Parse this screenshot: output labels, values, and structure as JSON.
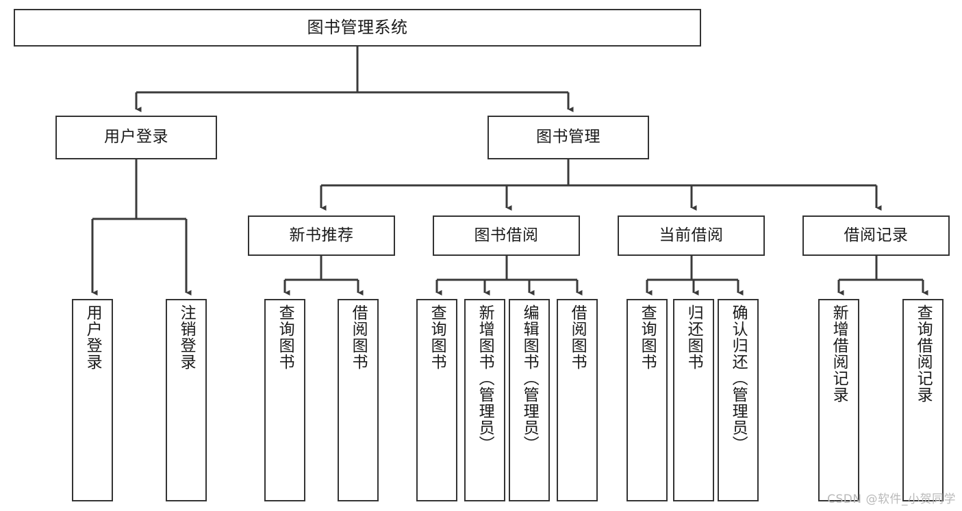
{
  "diagram": {
    "title": "图书管理系统",
    "type": "tree",
    "watermark": "CSDN @软件_小贺同学",
    "colors": {
      "box_border": "#333333",
      "box_fill": "#ffffff",
      "edge": "#3a3a3a",
      "text": "#1a1a1a",
      "watermark": "#b9b9b9",
      "background": "#ffffff"
    },
    "nodes": {
      "root": {
        "label": "图书管理系统",
        "level": 0
      },
      "l1": [
        {
          "id": "user_login",
          "label": "用户登录"
        },
        {
          "id": "book_manage",
          "label": "图书管理"
        }
      ],
      "l2": [
        {
          "id": "new_book_rec",
          "label": "新书推荐",
          "parent": "book_manage"
        },
        {
          "id": "book_borrow",
          "label": "图书借阅",
          "parent": "book_manage"
        },
        {
          "id": "current_borrow",
          "label": "当前借阅",
          "parent": "book_manage"
        },
        {
          "id": "borrow_record",
          "label": "借阅记录",
          "parent": "book_manage"
        }
      ],
      "leaves": {
        "user_login": [
          {
            "id": "leaf_user_login",
            "label": "用户登录"
          },
          {
            "id": "leaf_logout",
            "label": "注销登录"
          }
        ],
        "new_book_rec": [
          {
            "id": "leaf_query_book_1",
            "label": "查询图书"
          },
          {
            "id": "leaf_borrow_book_1",
            "label": "借阅图书"
          }
        ],
        "book_borrow": [
          {
            "id": "leaf_query_book_2",
            "label": "查询图书"
          },
          {
            "id": "leaf_add_book",
            "label": "新增图书（管理员）"
          },
          {
            "id": "leaf_edit_book",
            "label": "编辑图书（管理员）"
          },
          {
            "id": "leaf_borrow_book_2",
            "label": "借阅图书"
          }
        ],
        "current_borrow": [
          {
            "id": "leaf_query_book_3",
            "label": "查询图书"
          },
          {
            "id": "leaf_return_book",
            "label": "归还图书"
          },
          {
            "id": "leaf_confirm_return",
            "label": "确认归还（管理员）"
          }
        ],
        "borrow_record": [
          {
            "id": "leaf_add_record",
            "label": "新增借阅记录"
          },
          {
            "id": "leaf_query_record",
            "label": "查询借阅记录"
          }
        ]
      }
    }
  }
}
